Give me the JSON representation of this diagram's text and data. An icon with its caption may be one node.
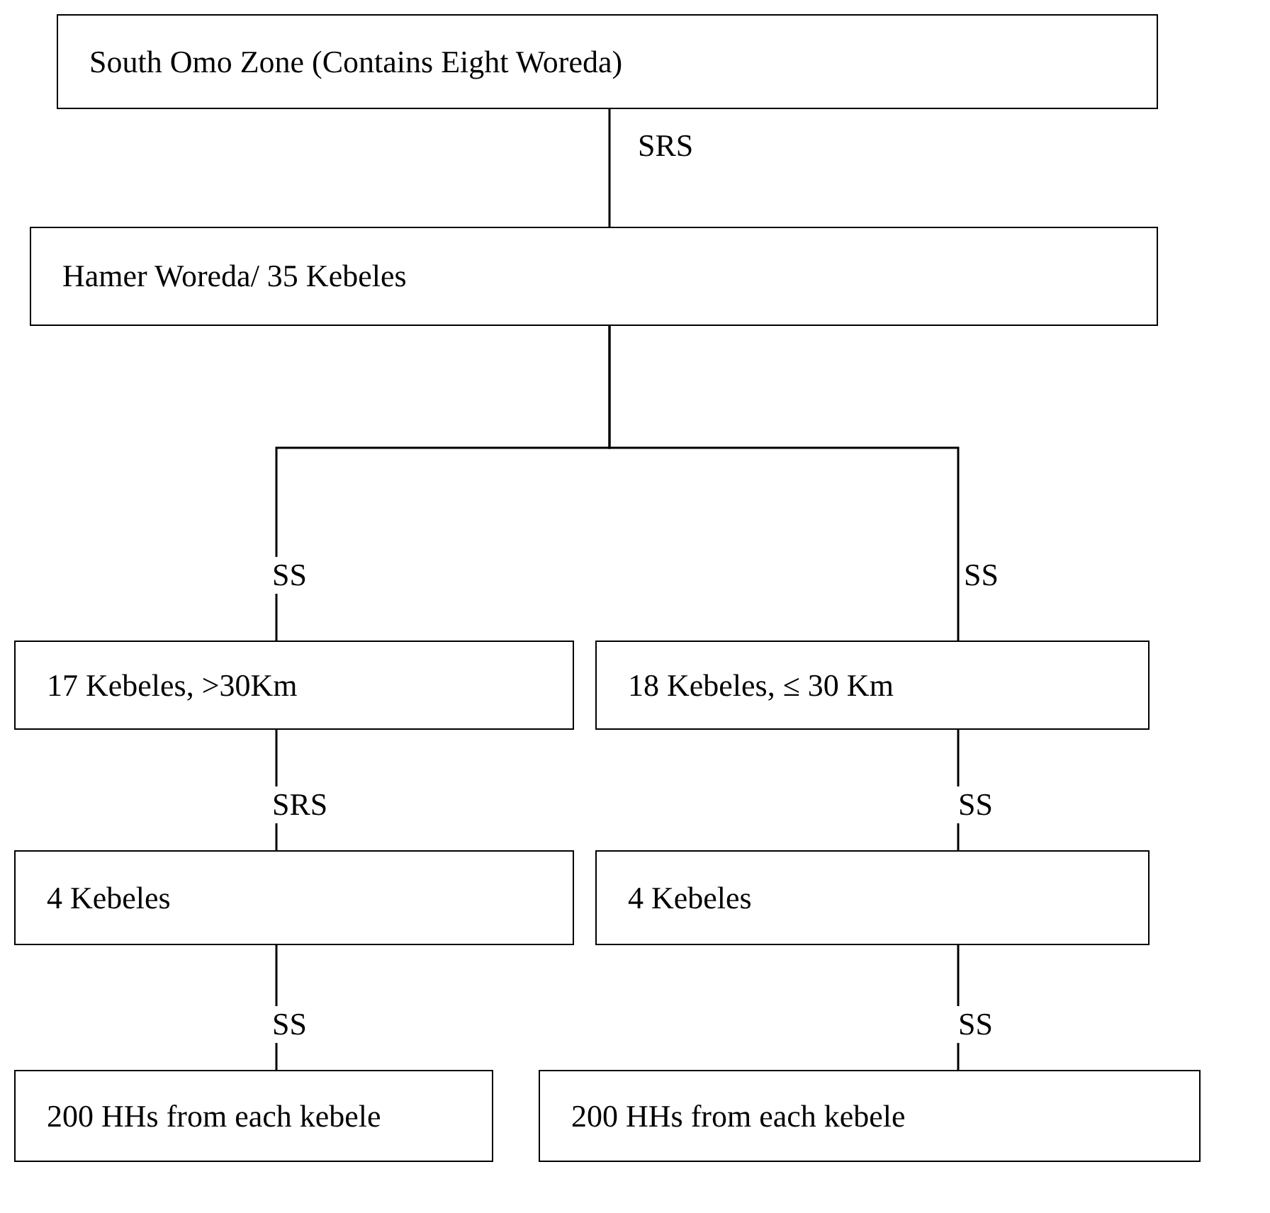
{
  "diagram": {
    "nodes": [
      {
        "text": [
          "South Omo Zone (Contains Eight Woreda)"
        ]
      },
      {
        "text": [
          "Hamer Woreda/ 35 Kebeles"
        ]
      },
      {
        "text": [
          "17 Kebeles, >30Km"
        ]
      },
      {
        "text": [
          "18 Kebeles, ≤ 30 Km"
        ]
      },
      {
        "text": [
          "4 Kebeles"
        ]
      },
      {
        "text": [
          "4 Kebeles"
        ]
      },
      {
        "text": [
          "200 HHs from each kebele"
        ]
      },
      {
        "text": [
          "200 HHs from each kebele"
        ]
      }
    ],
    "edges": [
      {
        "from": 0,
        "to": 1,
        "arrow": "none",
        "label": "SRS"
      },
      {
        "from": 1,
        "to": 2,
        "arrow": "none",
        "label": "SS"
      },
      {
        "from": 1,
        "to": 3,
        "arrow": "none",
        "label": "SS"
      },
      {
        "from": 2,
        "to": 4,
        "arrow": "none",
        "label": "SRS"
      },
      {
        "from": 3,
        "to": 5,
        "arrow": "none",
        "label": "SS"
      },
      {
        "from": 4,
        "to": 6,
        "arrow": "none",
        "label": "SS"
      },
      {
        "from": 5,
        "to": 7,
        "arrow": "none",
        "label": "SS"
      }
    ]
  }
}
